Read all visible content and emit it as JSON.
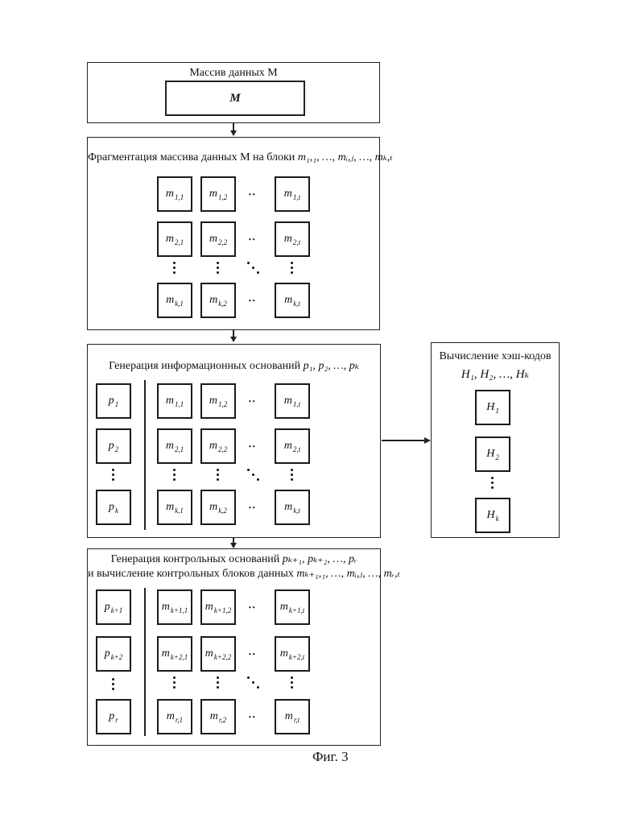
{
  "panel_m": {
    "title": "Массив данных M",
    "block_label": "M"
  },
  "panel_frag": {
    "title_text": "Фрагментация массива данных M на блоки",
    "title_formula": "m₁,₁, …, mᵢ,ⱼ, …, mₖ,ₜ",
    "rows": [
      [
        "m",
        "1,1",
        "1,2",
        "1,t"
      ],
      [
        "m",
        "2,1",
        "2,2",
        "2,t"
      ],
      [
        "m",
        "k,1",
        "k,2",
        "k,t"
      ]
    ]
  },
  "panel_info": {
    "title_text": "Генерация информационных оснований",
    "title_formula": "p₁, p₂, …, pₖ",
    "p_blocks": [
      {
        "base": "p",
        "sub": "1"
      },
      {
        "base": "p",
        "sub": "2"
      },
      {
        "base": "p",
        "sub": "k"
      }
    ],
    "rows": [
      [
        "m",
        "1,1",
        "1,2",
        "1,t"
      ],
      [
        "m",
        "2,1",
        "2,2",
        "2,t"
      ],
      [
        "m",
        "k,1",
        "k,2",
        "k,t"
      ]
    ]
  },
  "panel_hash": {
    "title": "Вычисление хэш-кодов",
    "formula": "H₁, H₂, …, Hₖ",
    "blocks": [
      {
        "base": "H",
        "sub": "1"
      },
      {
        "base": "H",
        "sub": "2"
      },
      {
        "base": "H",
        "sub": "k"
      }
    ]
  },
  "panel_ctrl": {
    "title_line1_text": "Генерация контрольных оснований",
    "title_line1_formula": "pₖ₊₁, pₖ₊₂, …, pᵣ",
    "title_line2_text": "и вычисление контрольных блоков данных",
    "title_line2_formula": "mₖ₊₁,₁, …, mᵢ,ⱼ, …, mᵣ,ₜ",
    "p_blocks": [
      {
        "base": "p",
        "sub": "k+1"
      },
      {
        "base": "p",
        "sub": "k+2"
      },
      {
        "base": "p",
        "sub": "r"
      }
    ],
    "rows": [
      [
        "m",
        "k+1,1",
        "k+1,2",
        "k+1,t"
      ],
      [
        "m",
        "k+2,1",
        "k+2,2",
        "k+2,t"
      ],
      [
        "m",
        "r,1",
        "r,2",
        "r,t"
      ]
    ]
  },
  "figure_caption": "Фиг. 3"
}
